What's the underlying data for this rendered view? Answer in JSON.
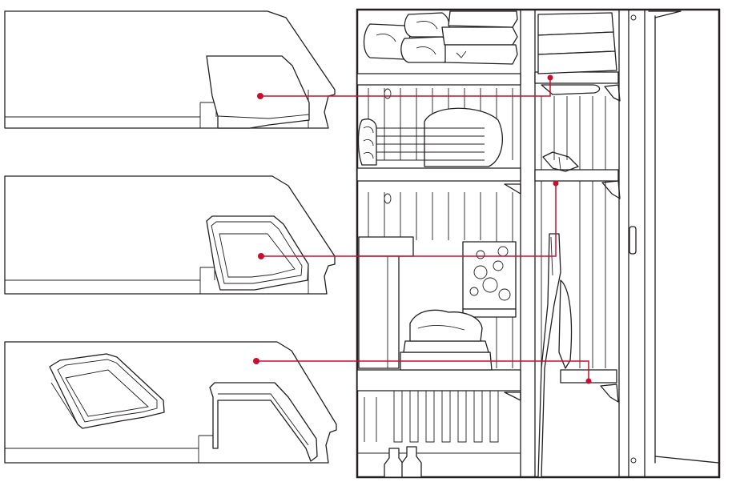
{
  "figure": {
    "accent_color": "#c8102e",
    "line_color": "#231f20",
    "background": "#ffffff"
  },
  "shelf_configurations": [
    {
      "id": "shelf-panel-1",
      "insert": "flat-tray-in-cutout"
    },
    {
      "id": "shelf-panel-2",
      "insert": "rimmed-tray-in-cutout"
    },
    {
      "id": "shelf-panel-3",
      "insert": "tray-removed"
    }
  ],
  "cabinet_illustration": {
    "contents": [
      "folded-towels",
      "folded-towels-stack",
      "rolled-towels",
      "soap-box",
      "folded-cloths",
      "spray-bottles",
      "umbrella"
    ]
  }
}
